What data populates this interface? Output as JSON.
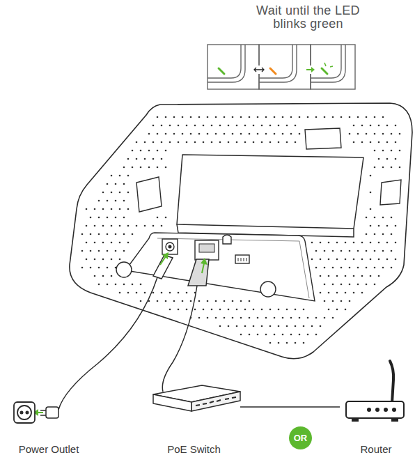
{
  "diagram": {
    "title": "Wait until the LED blinks green",
    "nodes": [
      {
        "text": [
          "Power Outlet"
        ]
      },
      {
        "text": [
          "PoE Switch"
        ]
      },
      {
        "text": [
          "OR"
        ]
      },
      {
        "text": [
          "Router"
        ]
      }
    ],
    "edges": [
      {
        "from": 1,
        "to": 3,
        "arrow": "none"
      }
    ]
  }
}
